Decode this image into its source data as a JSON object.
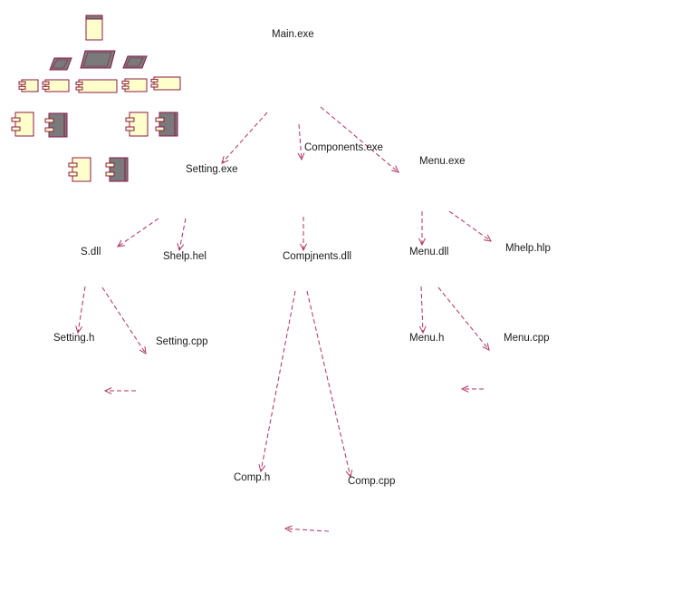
{
  "colors": {
    "edge": "#b03060",
    "icon_fill": "#ffffcc",
    "icon_stroke": "#8b1a4a",
    "icon_dark": "#7a7a7a"
  },
  "nodes": {
    "main_exe": "Main.exe",
    "setting_exe": "Setting.exe",
    "components_exe": "Components.exe",
    "menu_exe": "Menu.exe",
    "s_dll": "S.dll",
    "shelp_hel": "Shelp.hel",
    "compjnents_dll": "Compjnents.dll",
    "menu_dll": "Menu.dll",
    "mhelp_hlp": "Mhelp.hlp",
    "setting_h": "Setting.h",
    "setting_cpp": "Setting.cpp",
    "menu_h": "Menu.h",
    "menu_cpp": "Menu.cpp",
    "comp_h": "Comp.h",
    "comp_cpp": "Comp.cpp"
  }
}
